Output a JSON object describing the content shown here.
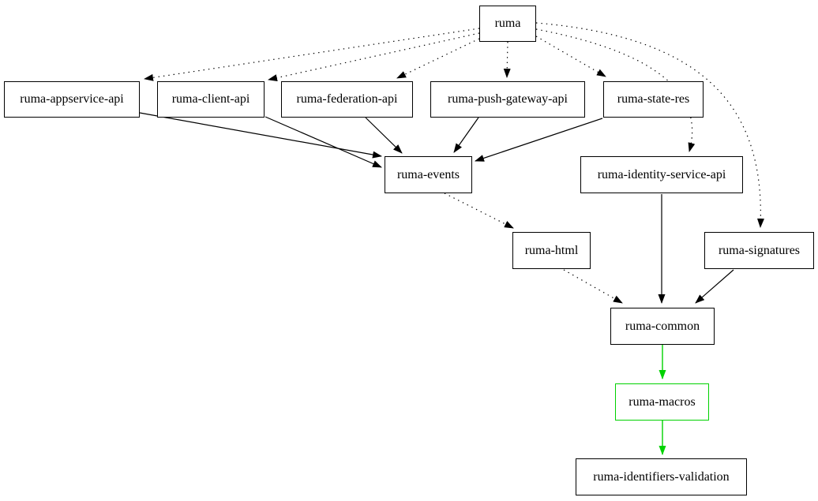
{
  "diagram_type": "dependency-graph",
  "colors": {
    "background": "#ffffff",
    "node_border": "#000000",
    "edge_default": "#000000",
    "edge_accent_green": "#00d200",
    "macros_node_border": "#00d200",
    "text": "#000000"
  },
  "nodes": {
    "ruma": {
      "label": "ruma"
    },
    "appservice": {
      "label": "ruma-appservice-api"
    },
    "client": {
      "label": "ruma-client-api"
    },
    "federation": {
      "label": "ruma-federation-api"
    },
    "push_gateway": {
      "label": "ruma-push-gateway-api"
    },
    "state_res": {
      "label": "ruma-state-res"
    },
    "events": {
      "label": "ruma-events"
    },
    "identity": {
      "label": "ruma-identity-service-api"
    },
    "html": {
      "label": "ruma-html"
    },
    "signatures": {
      "label": "ruma-signatures"
    },
    "common": {
      "label": "ruma-common"
    },
    "macros": {
      "label": "ruma-macros"
    },
    "validation": {
      "label": "ruma-identifiers-validation"
    }
  },
  "edges": [
    {
      "from": "ruma",
      "to": "ruma-appservice-api",
      "style": "dotted",
      "color": "black"
    },
    {
      "from": "ruma",
      "to": "ruma-client-api",
      "style": "dotted",
      "color": "black"
    },
    {
      "from": "ruma",
      "to": "ruma-federation-api",
      "style": "dotted",
      "color": "black"
    },
    {
      "from": "ruma",
      "to": "ruma-push-gateway-api",
      "style": "dotted",
      "color": "black"
    },
    {
      "from": "ruma",
      "to": "ruma-state-res",
      "style": "dotted",
      "color": "black"
    },
    {
      "from": "ruma",
      "to": "ruma-identity-service-api",
      "style": "dotted",
      "color": "black"
    },
    {
      "from": "ruma",
      "to": "ruma-signatures",
      "style": "dotted",
      "color": "black"
    },
    {
      "from": "ruma-appservice-api",
      "to": "ruma-events",
      "style": "solid",
      "color": "black"
    },
    {
      "from": "ruma-client-api",
      "to": "ruma-events",
      "style": "solid",
      "color": "black"
    },
    {
      "from": "ruma-federation-api",
      "to": "ruma-events",
      "style": "solid",
      "color": "black"
    },
    {
      "from": "ruma-push-gateway-api",
      "to": "ruma-events",
      "style": "solid",
      "color": "black"
    },
    {
      "from": "ruma-state-res",
      "to": "ruma-events",
      "style": "solid",
      "color": "black"
    },
    {
      "from": "ruma-events",
      "to": "ruma-html",
      "style": "dotted",
      "color": "black"
    },
    {
      "from": "ruma-html",
      "to": "ruma-common",
      "style": "dotted",
      "color": "black"
    },
    {
      "from": "ruma-identity-service-api",
      "to": "ruma-common",
      "style": "solid",
      "color": "black"
    },
    {
      "from": "ruma-signatures",
      "to": "ruma-common",
      "style": "solid",
      "color": "black"
    },
    {
      "from": "ruma-common",
      "to": "ruma-macros",
      "style": "solid",
      "color": "green"
    },
    {
      "from": "ruma-macros",
      "to": "ruma-identifiers-validation",
      "style": "solid",
      "color": "green"
    }
  ]
}
